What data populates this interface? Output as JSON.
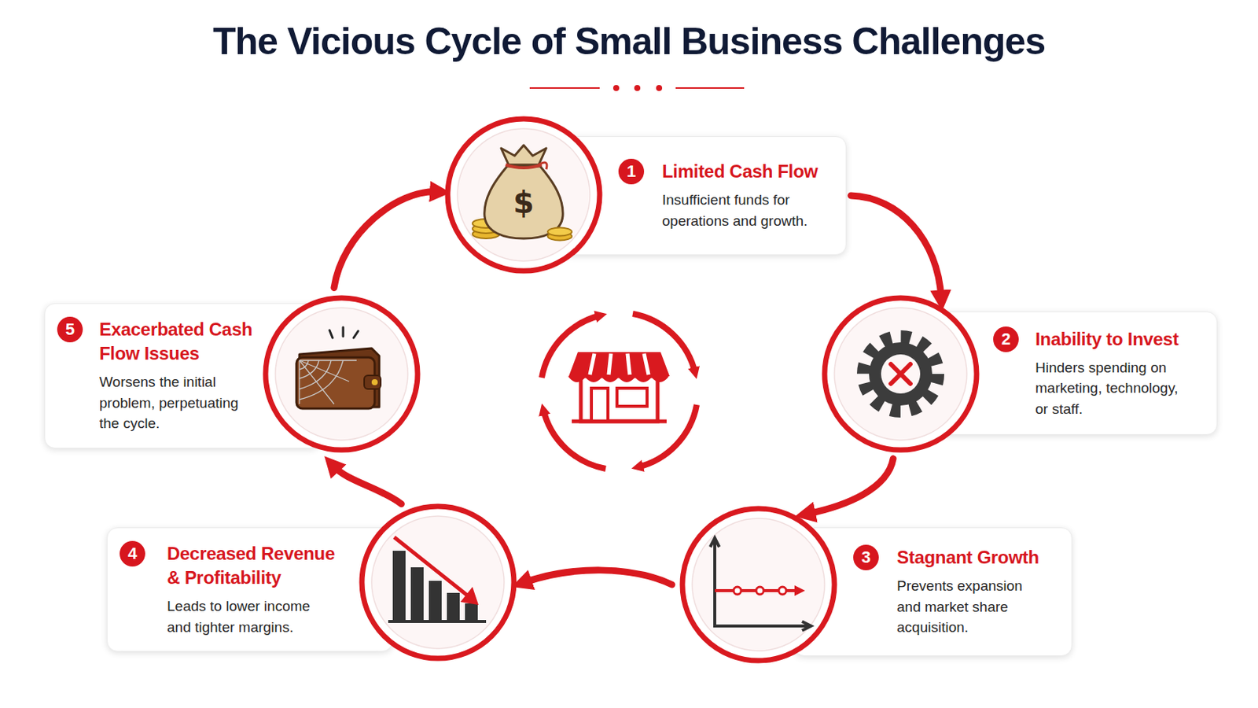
{
  "diagram": {
    "title": "The Vicious Cycle of Small Business Challenges",
    "nodes": [
      {
        "text": [
          "1",
          "Limited Cash Flow",
          "Insufficient funds for operations and growth."
        ]
      },
      {
        "text": [
          "2",
          "Inability to Invest",
          "Hinders spending on marketing, technology, or staff."
        ]
      },
      {
        "text": [
          "3",
          "Stagnant Growth",
          "Prevents expansion and market share acquisition."
        ]
      },
      {
        "text": [
          "4",
          "Decreased Revenue & Profitability",
          "Leads to lower income and tighter margins."
        ]
      },
      {
        "text": [
          "5",
          "Exacerbated Cash Flow Issues",
          "Worsens the initial problem, perpetuating the cycle."
        ]
      }
    ],
    "edges": [
      {
        "from": 0,
        "to": 1,
        "arrow": "to"
      },
      {
        "from": 1,
        "to": 2,
        "arrow": "to"
      },
      {
        "from": 2,
        "to": 3,
        "arrow": "to"
      },
      {
        "from": 3,
        "to": 4,
        "arrow": "to"
      },
      {
        "from": 4,
        "to": 0,
        "arrow": "to"
      }
    ],
    "labels": [
      "$"
    ]
  }
}
